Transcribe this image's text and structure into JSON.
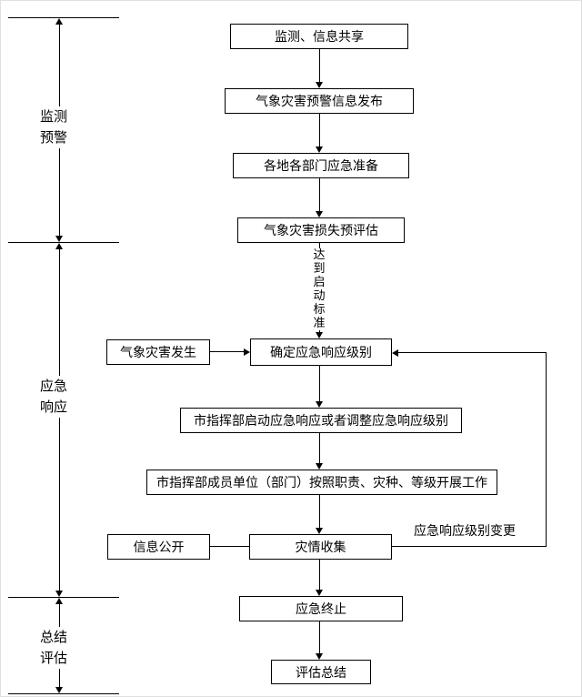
{
  "phases": [
    {
      "label": "监测\n预警"
    },
    {
      "label": "应急\n响应"
    },
    {
      "label": "总结\n评估"
    }
  ],
  "nodes": [
    {
      "label": "监测、信息共享"
    },
    {
      "label": "气象灾害预警信息发布"
    },
    {
      "label": "各地各部门应急准备"
    },
    {
      "label": "气象灾害损失预评估"
    },
    {
      "label": "确定应急响应级别"
    },
    {
      "label": "气象灾害发生"
    },
    {
      "label": "市指挥部启动应急响应或者调整应急响应级别"
    },
    {
      "label": "市指挥部成员单位（部门）按照职责、灾种、等级开展工作"
    },
    {
      "label": "灾情收集"
    },
    {
      "label": "信息公开"
    },
    {
      "label": "应急终止"
    },
    {
      "label": "评估总结"
    }
  ],
  "annotations": {
    "trigger_condition": "达到启动标准",
    "level_change": "应急响应级别变更"
  },
  "colors": {
    "line": "#000000",
    "box_border": "#000000",
    "background": "#ffffff",
    "text": "#000000"
  }
}
